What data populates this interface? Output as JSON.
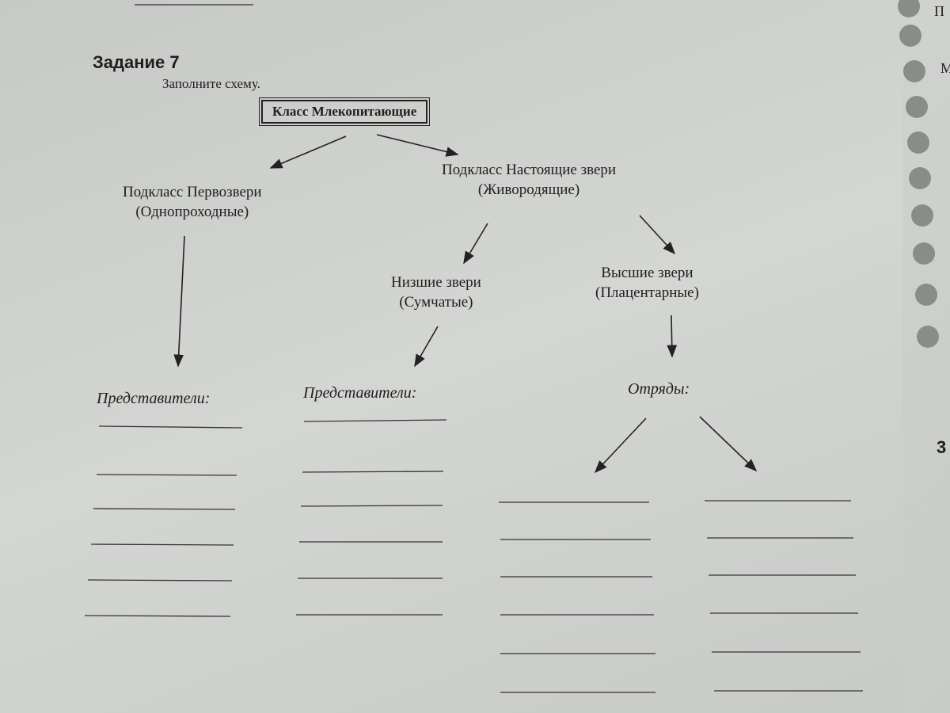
{
  "task": {
    "title": "Задание 7",
    "instruction": "Заполните схему."
  },
  "scheme": {
    "root": "Класс Млекопитающие",
    "left": {
      "line1": "Подкласс Первозвери",
      "line2": "(Однопроходные)",
      "label": "Представители:"
    },
    "right": {
      "line1": "Подкласс Настоящие звери",
      "line2": "(Живородящие)"
    },
    "lower": {
      "line1": "Низшие звери",
      "line2": "(Сумчатые)",
      "label": "Представители:"
    },
    "higher": {
      "line1": "Высшие звери",
      "line2": "(Плацентарные)",
      "label": "Отряды:"
    }
  },
  "margin": {
    "top_letter": "П",
    "mid_letter": "М",
    "bottom_number": "3"
  }
}
